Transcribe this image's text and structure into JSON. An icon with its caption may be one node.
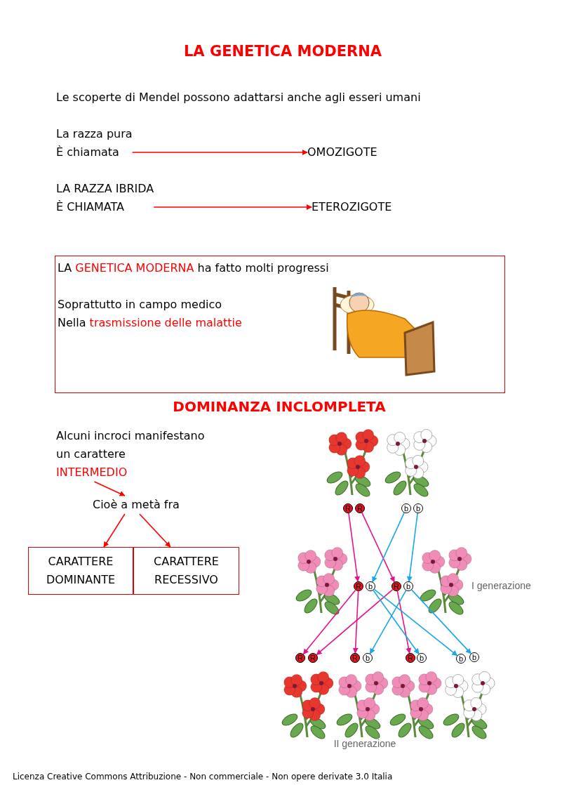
{
  "diagram": {
    "title": "LA GENETICA MODERNA",
    "nodes": [
      {
        "text": [
          "La razza pura",
          "È chiamata"
        ]
      },
      {
        "text": [
          "OMOZIGOTE"
        ]
      },
      {
        "text": [
          "LA RAZZA IBRIDA",
          "È CHIAMATA"
        ]
      },
      {
        "text": [
          "ETEROZIGOTE"
        ]
      },
      {
        "text": [
          "LA",
          "GENETICA MODERNA",
          "ha fatto molti progressi",
          "Soprattutto in campo medico",
          "Nella",
          "trasmissione delle malattie"
        ]
      },
      {
        "text": [
          "Alcuni incroci manifestano un carattere",
          "INTERMEDIO"
        ]
      },
      {
        "text": [
          "Cioè a metà fra"
        ]
      },
      {
        "text": [
          "CARATTERE DOMINANTE"
        ]
      },
      {
        "text": [
          "CARATTERE RECESSIVO"
        ]
      },
      {
        "text": [
          "R"
        ]
      },
      {
        "text": [
          "R"
        ]
      },
      {
        "text": [
          "b"
        ]
      },
      {
        "text": [
          "b"
        ]
      },
      {
        "text": [
          "R"
        ]
      },
      {
        "text": [
          "b"
        ]
      },
      {
        "text": [
          "R"
        ]
      },
      {
        "text": [
          "b"
        ]
      },
      {
        "text": [
          "R"
        ]
      },
      {
        "text": [
          "R"
        ]
      },
      {
        "text": [
          "R"
        ]
      },
      {
        "text": [
          "b"
        ]
      },
      {
        "text": [
          "R"
        ]
      },
      {
        "text": [
          "b"
        ]
      },
      {
        "text": [
          "b"
        ]
      },
      {
        "text": [
          "b"
        ]
      }
    ],
    "edges": [
      {
        "from": 0,
        "to": 1,
        "arrow": "to",
        "color": "#ff0000"
      },
      {
        "from": 2,
        "to": 3,
        "arrow": "to",
        "color": "#ff0000"
      },
      {
        "from": 5,
        "to": 6,
        "arrow": "to",
        "color": "#ff0000"
      },
      {
        "from": 6,
        "to": 7,
        "arrow": "to",
        "color": "#ff0000"
      },
      {
        "from": 6,
        "to": 8,
        "arrow": "to",
        "color": "#ff0000"
      },
      {
        "from": 9,
        "to": 13,
        "arrow": "to",
        "color": "#e6138a"
      },
      {
        "from": 10,
        "to": 15,
        "arrow": "to",
        "color": "#e6138a"
      },
      {
        "from": 11,
        "to": 14,
        "arrow": "to",
        "color": "#18a8e8"
      },
      {
        "from": 12,
        "to": 16,
        "arrow": "to",
        "color": "#18a8e8"
      },
      {
        "from": 13,
        "to": 17,
        "arrow": "to",
        "color": "#e6138a"
      },
      {
        "from": 13,
        "to": 19,
        "arrow": "to",
        "color": "#e6138a"
      },
      {
        "from": 15,
        "to": 18,
        "arrow": "to",
        "color": "#e6138a"
      },
      {
        "from": 15,
        "to": 21,
        "arrow": "to",
        "color": "#e6138a"
      },
      {
        "from": 14,
        "to": 22,
        "arrow": "to",
        "color": "#18a8e8"
      },
      {
        "from": 14,
        "to": 23,
        "arrow": "to",
        "color": "#18a8e8"
      },
      {
        "from": 16,
        "to": 20,
        "arrow": "to",
        "color": "#18a8e8"
      },
      {
        "from": 16,
        "to": 24,
        "arrow": "to",
        "color": "#18a8e8"
      }
    ],
    "labels": [
      "Le scoperte di Mendel  possono adattarsi anche agli esseri umani",
      "DOMINANZA INCLOMPLETA",
      "I generazione",
      "II generazione",
      "Licenza Creative Commons Attribuzione - Non commerciale - Non opere derivate 3.0 Italia"
    ]
  }
}
